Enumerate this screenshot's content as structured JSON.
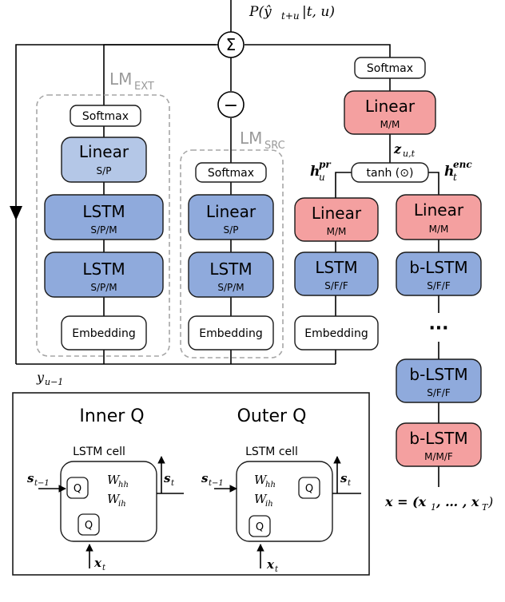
{
  "output_label": "P(ŷ",
  "output_sub": "t+u",
  "output_rest": "|t, u)",
  "sum_symbol": "Σ",
  "minus_symbol": "−",
  "lm_ext": {
    "main": "LM",
    "sub": "EXT"
  },
  "lm_src": {
    "main": "LM",
    "sub": "SRC"
  },
  "input_y": {
    "main": "y",
    "sub": "u−1"
  },
  "lm_ext_blocks": {
    "softmax": "Softmax",
    "linear": {
      "title": "Linear",
      "sub": "S/P"
    },
    "lstm1": {
      "title": "LSTM",
      "sub": "S/P/M"
    },
    "lstm2": {
      "title": "LSTM",
      "sub": "S/P/M"
    },
    "embedding": "Embedding"
  },
  "lm_src_blocks": {
    "softmax": "Softmax",
    "linear": {
      "title": "Linear",
      "sub": "S/P"
    },
    "lstm": {
      "title": "LSTM",
      "sub": "S/P/M"
    },
    "embedding": "Embedding"
  },
  "joint": {
    "softmax": "Softmax",
    "linear": {
      "title": "Linear",
      "sub": "M/M"
    },
    "z_label": {
      "main": "z",
      "sub": "u,t"
    },
    "tanh": "tanh (⊙)"
  },
  "prediction": {
    "h_label": {
      "main": "h",
      "sub": "u",
      "sup": "pr"
    },
    "linear": {
      "title": "Linear",
      "sub": "M/M"
    },
    "lstm": {
      "title": "LSTM",
      "sub": "S/F/F"
    },
    "embedding": "Embedding"
  },
  "encoder": {
    "h_label": {
      "main": "h",
      "sub": "t",
      "sup": "enc"
    },
    "linear": {
      "title": "Linear",
      "sub": "M/M"
    },
    "blstm1": {
      "title": "b-LSTM",
      "sub": "S/F/F"
    },
    "dots": "···",
    "blstm2": {
      "title": "b-LSTM",
      "sub": "S/F/F"
    },
    "blstm3": {
      "title": "b-LSTM",
      "sub": "M/M/F"
    },
    "input_label": "x = (x",
    "input_sub1": "1",
    "input_mid": ", … , x",
    "input_sub2": "T",
    "input_end": ")"
  },
  "legend": {
    "inner_title": "Inner Q",
    "outer_title": "Outer Q",
    "cell_label": "LSTM cell",
    "q": "Q",
    "s_prev": {
      "main": "s",
      "sub": "t−1"
    },
    "s_cur": {
      "main": "s",
      "sub": "t"
    },
    "x_cur": {
      "main": "x",
      "sub": "t"
    },
    "whh": {
      "main": "W",
      "sub": "hh"
    },
    "wih": {
      "main": "W",
      "sub": "ih"
    }
  },
  "colors": {
    "blue_fill": "#b4c7e7",
    "blue_dark": "#8faadc",
    "red_fill": "#f4a0a0",
    "stroke": "#1a1a1a",
    "dashed": "#a6a6a6"
  }
}
